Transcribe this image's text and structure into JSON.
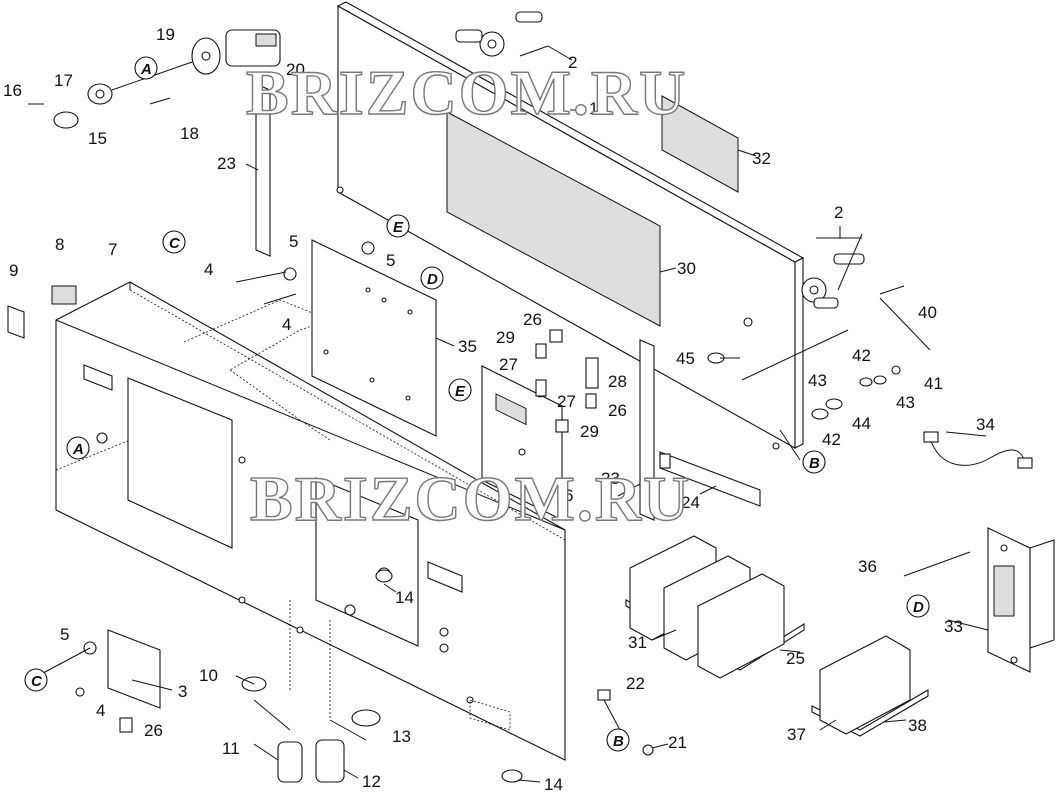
{
  "watermark": {
    "top": "BRIZCOM.RU",
    "middle": "BRIZCOM.RU"
  },
  "callouts": {
    "c1": "1",
    "c2a": "2",
    "c2b": "2",
    "c3": "3",
    "c4a": "4",
    "c4b": "4",
    "c4c": "4",
    "c5a": "5",
    "c5b": "5",
    "c5c": "5",
    "c6": "6",
    "c7": "7",
    "c8": "8",
    "c9": "9",
    "c10": "10",
    "c11": "11",
    "c12": "12",
    "c13": "13",
    "c14a": "14",
    "c14b": "14",
    "c15": "15",
    "c16": "16",
    "c17": "17",
    "c18": "18",
    "c19": "19",
    "c20": "20",
    "c21": "21",
    "c22": "22",
    "c23a": "23",
    "c23b": "23",
    "c24": "24",
    "c25": "25",
    "c26a": "26",
    "c26b": "26",
    "c26c": "26",
    "c27a": "27",
    "c27b": "27",
    "c28": "28",
    "c29a": "29",
    "c29b": "29",
    "c30": "30",
    "c31": "31",
    "c32": "32",
    "c33": "33",
    "c34": "34",
    "c35": "35",
    "c36": "36",
    "c37": "37",
    "c38": "38",
    "c40": "40",
    "c41": "41",
    "c42a": "42",
    "c42b": "42",
    "c43a": "43",
    "c43b": "43",
    "c44": "44",
    "c45": "45"
  },
  "refs": {
    "A1": "A",
    "A2": "A",
    "B1": "B",
    "B2": "B",
    "C1": "C",
    "C2": "C",
    "D1": "D",
    "D2": "D",
    "E1": "E",
    "E2": "E"
  }
}
